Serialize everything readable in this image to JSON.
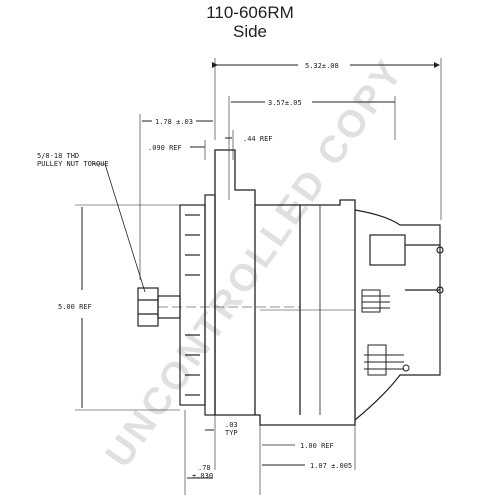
{
  "header": {
    "title": "110-606RM",
    "view": "Side"
  },
  "dimensions": {
    "overall_length": "5.32±.08",
    "body_length": "3.57±.05",
    "pulley_offset": "1.78 ±.03",
    "ref_044": ".44 REF",
    "ref_090": ".090 REF",
    "thread_note_1": "5/8-18 THD",
    "thread_note_2": "PULLEY NUT TORQUE",
    "height": "5.00 REF",
    "gap_typ_1": ".03",
    "gap_typ_2": "TYP",
    "ref_100": "1.00 REF",
    "bottom_left_1": ".78",
    "bottom_left_2": "±.030",
    "bottom_right": "1.07 ±.005"
  },
  "watermark": {
    "text": "UNCONTROLLED COPY"
  },
  "colors": {
    "ink": "#222222",
    "watermark": "#c8c8c8"
  }
}
